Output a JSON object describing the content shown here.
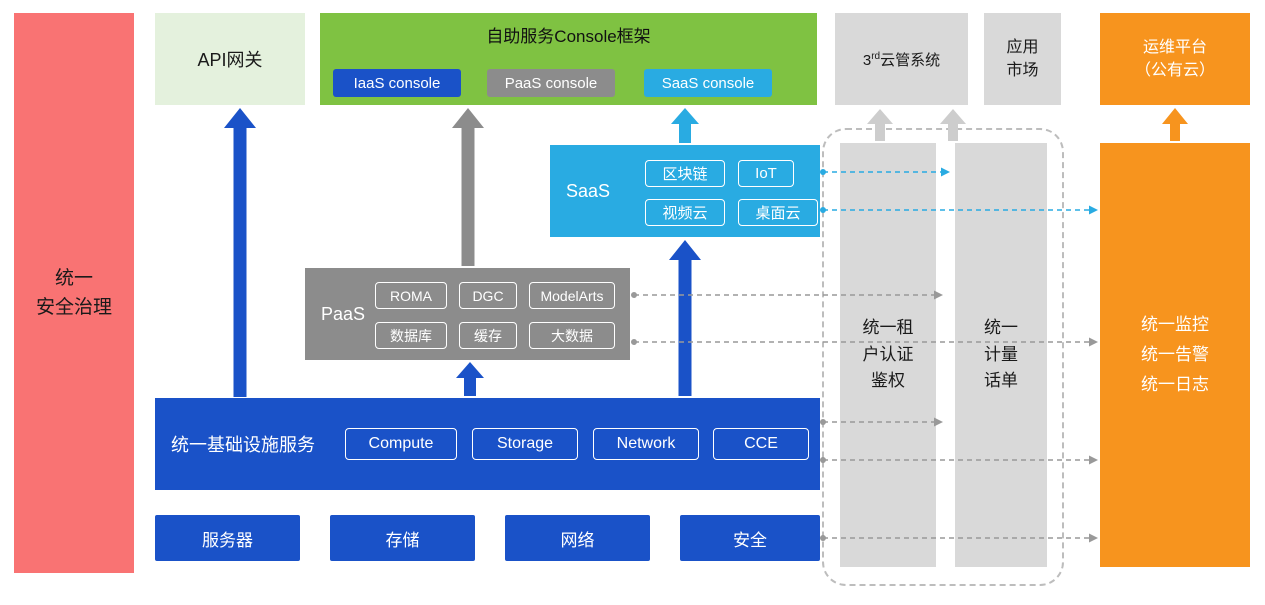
{
  "left_bar": {
    "label": "统一\n安全治理"
  },
  "api_gateway": {
    "label": "API网关"
  },
  "console": {
    "title": "自助服务Console框架",
    "iaas_label": "IaaS console",
    "paas_label": "PaaS console",
    "saas_label": "SaaS console"
  },
  "third_party": {
    "base": "3",
    "sup": "rd",
    "rest": "云管系统"
  },
  "app_market": {
    "label": "应用\n市场"
  },
  "om_platform": {
    "label": "运维平台\n（公有云）"
  },
  "saas": {
    "label": "SaaS",
    "items": [
      "区块链",
      "IoT",
      "视频云",
      "桌面云"
    ]
  },
  "paas": {
    "label": "PaaS",
    "items": [
      "ROMA",
      "DGC",
      "ModelArts",
      "数据库",
      "缓存",
      "大数据"
    ]
  },
  "iaas": {
    "label": "统一基础设施服务",
    "items": [
      "Compute",
      "Storage",
      "Network",
      "CCE"
    ]
  },
  "bottom_row": {
    "items": [
      "服务器",
      "存储",
      "网络",
      "安全"
    ]
  },
  "right": {
    "auth_bar": "统一租\n户认证\n鉴权",
    "billing_bar": "统一\n计量\n话单",
    "monitor_bar": "统一监控\n统一告警\n统一日志"
  },
  "colors": {
    "red": "#F97373",
    "light_green": "#E4F1DD",
    "green": "#7FC242",
    "blue": "#1A52C8",
    "gray": "#8C8C8C",
    "light_gray": "#D9D9D9",
    "cyan": "#29ABE2",
    "orange": "#F7941E"
  }
}
